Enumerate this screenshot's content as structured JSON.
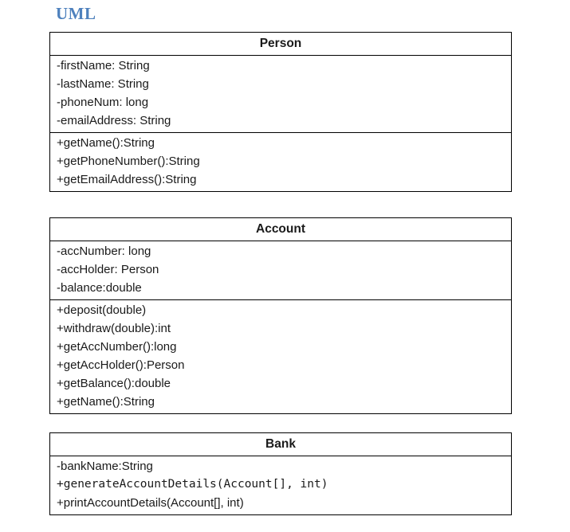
{
  "page": {
    "heading": "UML"
  },
  "colors": {
    "heading_blue": "#4e81bd",
    "border": "#000000",
    "text": "#1a1a1a",
    "background": "#ffffff"
  },
  "classes": [
    {
      "name": "Person",
      "attributes": [
        "-firstName: String",
        "-lastName: String",
        "-phoneNum: long",
        "-emailAddress: String"
      ],
      "methods": [
        "+getName():String",
        "+getPhoneNumber():String",
        "+getEmailAddress():String"
      ]
    },
    {
      "name": "Account",
      "attributes": [
        "-accNumber: long",
        "-accHolder: Person",
        "-balance:double"
      ],
      "methods": [
        "+deposit(double)",
        "+withdraw(double):int",
        "+getAccNumber():long",
        "+getAccHolder():Person",
        "+getBalance():double",
        "+getName():String"
      ]
    },
    {
      "name": "Bank",
      "members": [
        "-bankName:String",
        "+generateAccountDetails(Account[], int)",
        "+printAccountDetails(Account[], int)"
      ]
    }
  ]
}
